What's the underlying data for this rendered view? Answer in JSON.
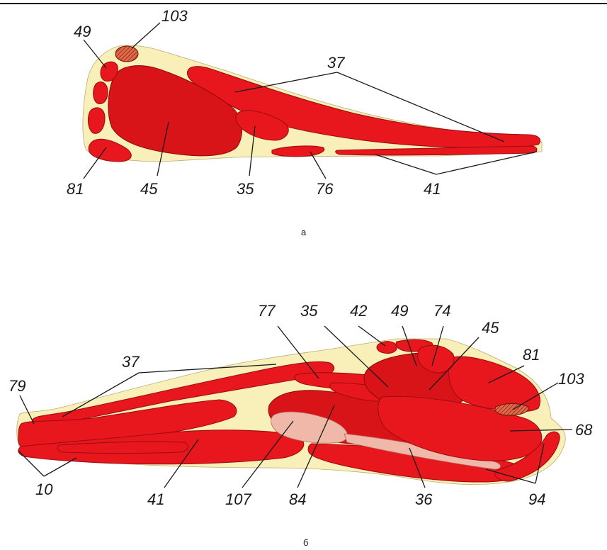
{
  "top_rule": true,
  "diagram_a": {
    "caption": "а",
    "labels": {
      "l103": "103",
      "l49": "49",
      "l37": "37",
      "l81": "81",
      "l45": "45",
      "l35": "35",
      "l76": "76",
      "l41": "41"
    }
  },
  "diagram_b": {
    "caption": "б",
    "labels": {
      "l77": "77",
      "l35": "35",
      "l42": "42",
      "l49": "49",
      "l74": "74",
      "l45": "45",
      "l37": "37",
      "l81": "81",
      "l79": "79",
      "l103": "103",
      "l68": "68",
      "l10": "10",
      "l41": "41",
      "l107": "107",
      "l84": "84",
      "l36": "36",
      "l94": "94"
    }
  },
  "colors": {
    "muscle": "#e8171d",
    "fat": "#f8f0b8",
    "bone": "#c0392b",
    "pale_tissue": "#f0b8a8"
  }
}
